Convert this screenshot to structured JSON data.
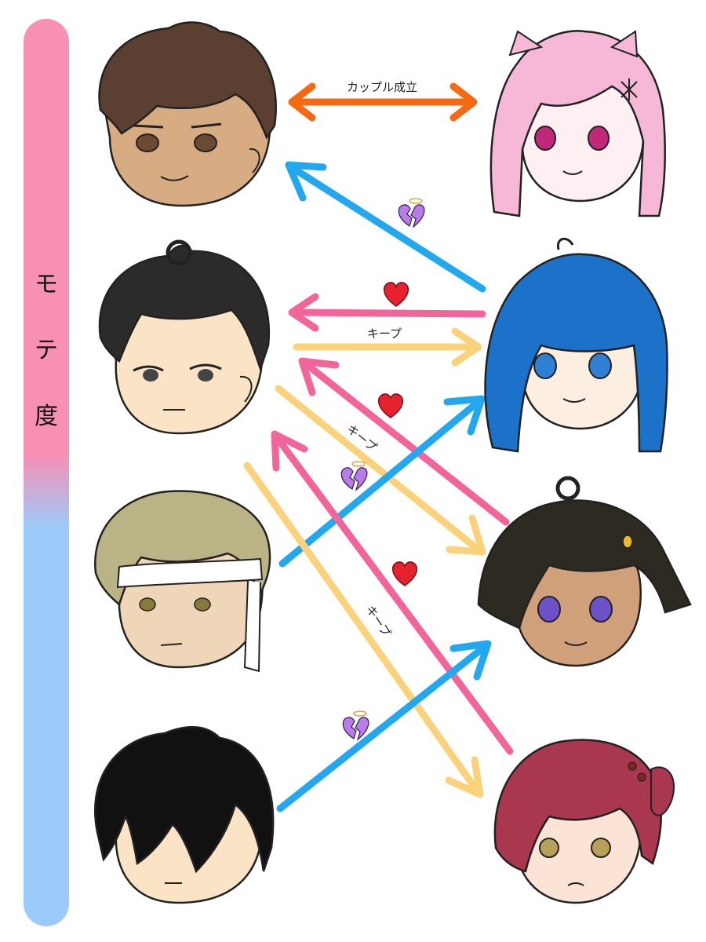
{
  "scale": {
    "label": [
      "モ",
      "テ",
      "度"
    ],
    "top_color": "#f88fb4",
    "bottom_color": "#9ccaf8"
  },
  "colors": {
    "couple": "#f36a12",
    "pink": "#f2659a",
    "blue": "#23a7ee",
    "yellow": "#fbd27c",
    "heart": "#e5222d",
    "broken_heart": "#b77ee8"
  },
  "labels": {
    "couple": "カップル成立",
    "keep1": "キープ",
    "keep2": "キープ",
    "keep3": "キープ"
  },
  "faces": {
    "left": [
      {
        "name": "boy-1",
        "hair": "#5b4032",
        "skin": "#d8ac82"
      },
      {
        "name": "boy-2",
        "hair": "#2b2b2b",
        "skin": "#fbe4c6"
      },
      {
        "name": "boy-3",
        "hair": "#b9b385",
        "skin": "#efd6b8"
      },
      {
        "name": "boy-4",
        "hair": "#111111",
        "skin": "#fbe4c6"
      }
    ],
    "right": [
      {
        "name": "girl-1",
        "hair": "#f7b7d6",
        "skin": "#fdeff2"
      },
      {
        "name": "girl-2",
        "hair": "#1b72c8",
        "skin": "#fdeee2"
      },
      {
        "name": "girl-3",
        "hair": "#2d2a22",
        "skin": "#cfa07a"
      },
      {
        "name": "girl-4",
        "hair": "#a8374f",
        "skin": "#fbe4d6"
      }
    ]
  }
}
